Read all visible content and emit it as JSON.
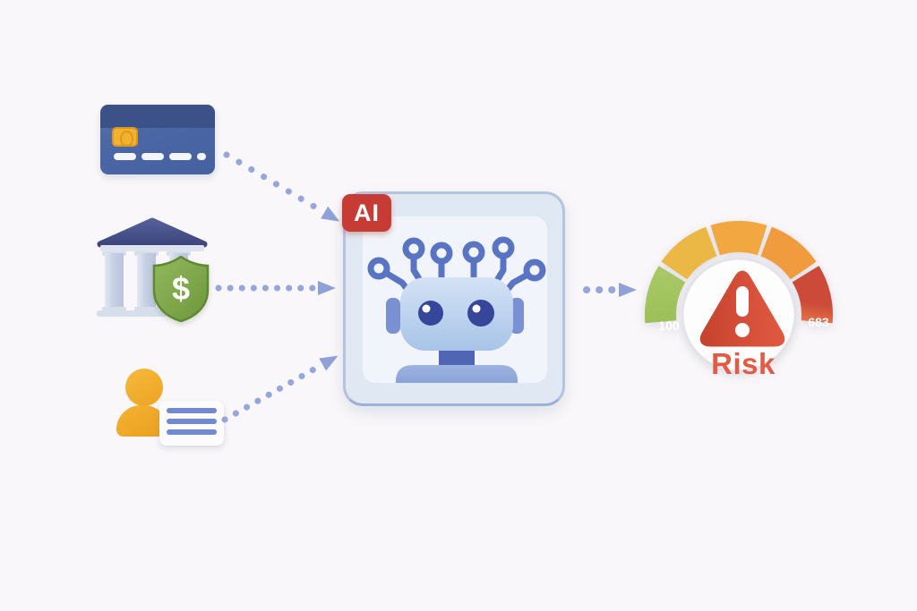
{
  "title": "AI risk assessment flow",
  "colors": {
    "background": "#f9f7f9",
    "arrow": "#94a6dc",
    "badge_red": "#c63c34",
    "risk_text": "#e25b45",
    "card_blue": "#4a66a4",
    "bank_roof": "#454f86",
    "shield_green": "#7da74a",
    "person_amber": "#f0ab2a",
    "gauge_segment_colors": [
      "#a7c563",
      "#ecb845",
      "#f2a840",
      "#f09c3e",
      "#cb4a38"
    ]
  },
  "inputs": {
    "credit_card": {
      "icon": "credit-card-icon"
    },
    "bank": {
      "icon": "bank-icon",
      "shield_icon": "dollar-shield-icon",
      "shield_symbol": "$"
    },
    "person": {
      "icon": "person-document-icon",
      "document_lines": 3
    }
  },
  "processor": {
    "badge_label": "AI",
    "icon": "robot-icon",
    "antenna_count": 6
  },
  "output": {
    "gauge": {
      "type": "gauge",
      "min_label": "100",
      "max_label": "683",
      "segments": [
        "green",
        "amber",
        "orange",
        "orange",
        "red"
      ],
      "warning_icon": "warning-triangle-icon"
    },
    "caption": "Risk"
  }
}
